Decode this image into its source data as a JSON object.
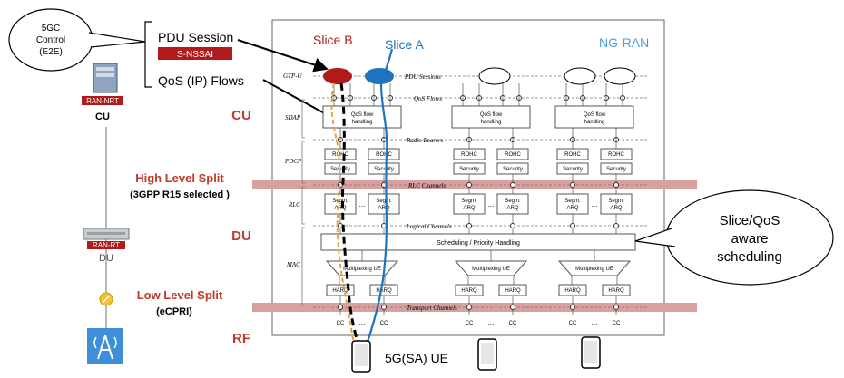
{
  "callout_5gc": {
    "line1": "5GC",
    "line2": "Control",
    "line3": "(E2E)"
  },
  "pdu_session": "PDU Session",
  "s_nssai": "S-NSSAI",
  "qos_flows_label": "QoS (IP) Flows",
  "slice_b": "Slice B",
  "slice_a": "Slice A",
  "ng_ran": "NG-RAN",
  "ran_nrt_badge": "RAN-NRT",
  "cu_node": "CU",
  "ran_rt_badge": "RAN-RT",
  "du_node": "DU",
  "layer_cu": "CU",
  "layer_du": "DU",
  "layer_rf": "RF",
  "high_split": "High Level Split",
  "high_split_sub": "(3GPP R15 selected )",
  "low_split": "Low Level Split",
  "low_split_sub": "(eCPRI)",
  "callout_sched": {
    "line1": "Slice/QoS",
    "line2": "aware",
    "line3": "scheduling"
  },
  "ue_label": "5G(SA) UE",
  "stack": {
    "gtpu": "GTP-U",
    "pdu_sessions": "PDU Sessions",
    "qos_flows": "QoS Flows",
    "sdap": "SDAP",
    "qos_handling_1": "QoS flow",
    "qos_handling_2": "handling",
    "radio_bearers": "Radio Bearers",
    "pdcp": "PDCP",
    "rohc": "ROHC",
    "security": "Security",
    "rlc_channels": "RLC Channels",
    "rlc": "RLC",
    "segm": "Segm.",
    "arq": "ARQ",
    "ellipsis": "...",
    "logical_channels": "Logical Channels",
    "mac": "MAC",
    "scheduling": "Scheduling / Priority Handling",
    "mux_1": "Multiplexing UE",
    "mux_2": "Multiplexing UE",
    "mux_3": "Multiplexing UE",
    "harq": "HARQ",
    "transport_channels": "Transport Channels",
    "cc": "CC"
  },
  "colors": {
    "slice_b": "#b01a1a",
    "slice_a": "#1e73be",
    "layer_red": "#c0392b",
    "split_band": "#d9a0a0",
    "ng_ran": "#4a9fd6",
    "pdu_box": "#b01a1a"
  }
}
